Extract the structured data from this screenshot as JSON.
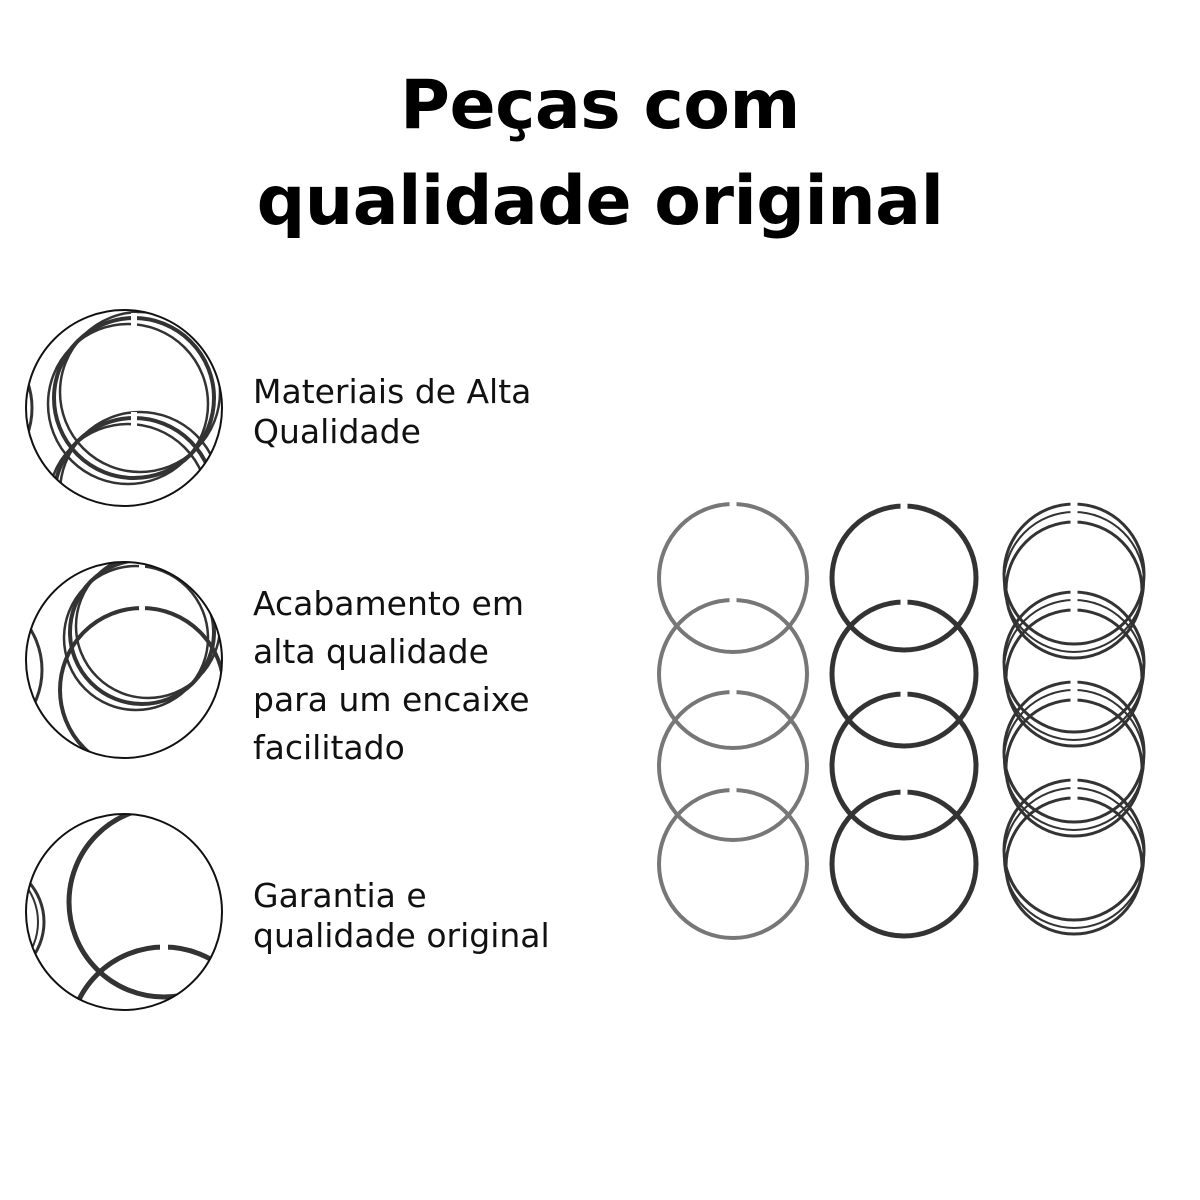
{
  "headline": {
    "line1": "Peças com",
    "line2": "qualidade original"
  },
  "features": [
    {
      "icon": "piston-rings-closeup-icon",
      "lines": [
        "Materiais de Alta",
        "Qualidade"
      ]
    },
    {
      "icon": "piston-rings-closeup-icon",
      "lines": [
        "Acabamento em",
        "alta qualidade",
        "para um encaixe",
        "facilitado"
      ]
    },
    {
      "icon": "piston-ring-closeup-icon",
      "lines": [
        "Garantia e",
        "qualidade original"
      ]
    }
  ],
  "colors": {
    "text": "#000000",
    "ring_light": "#777777",
    "ring_dark": "#333333",
    "circle_border": "#111111",
    "background": "#ffffff"
  }
}
